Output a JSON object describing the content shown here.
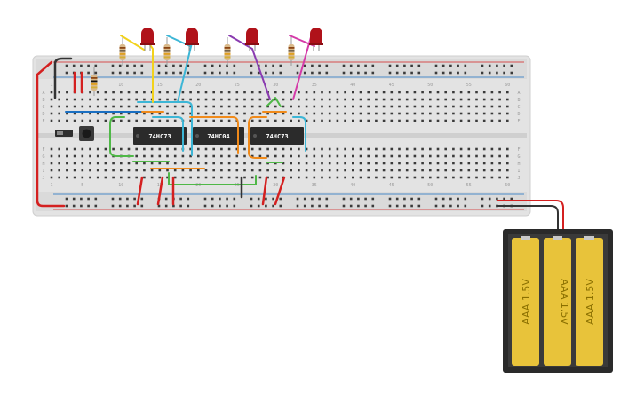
{
  "breadboard": {
    "column_labels": [
      "1",
      "5",
      "10",
      "15",
      "20",
      "25",
      "30",
      "35",
      "40",
      "45",
      "50",
      "55",
      "60"
    ],
    "row_labels_top": [
      "A",
      "B",
      "C",
      "D",
      "E"
    ],
    "row_labels_bottom": [
      "F",
      "G",
      "H",
      "I",
      "J"
    ]
  },
  "chips": [
    {
      "id": "chip1",
      "label": "74HC73"
    },
    {
      "id": "chip2",
      "label": "74HC04"
    },
    {
      "id": "chip3",
      "label": "74HC73"
    }
  ],
  "battery_pack": {
    "cells": [
      {
        "label": "AAA 1.5V"
      },
      {
        "label": "AAA 1.5V"
      },
      {
        "label": "AAA 1.5V"
      }
    ]
  },
  "colors": {
    "board": "#e3e3e3",
    "hole": "#3a3a3a",
    "rail_red": "#d42020",
    "rail_blue": "#1a6fc2",
    "chip": "#2b2b2b",
    "led": "#b0121a",
    "battery_case": "#2a2a2a",
    "battery_cell": "#e8c33a",
    "wire_yellow": "#f2d21b",
    "wire_cyan": "#3cb6d6",
    "wire_purple": "#8a3bb0",
    "wire_magenta": "#d43aa8",
    "wire_orange": "#f08a1a",
    "wire_green": "#4fb847",
    "wire_black": "#333333"
  }
}
